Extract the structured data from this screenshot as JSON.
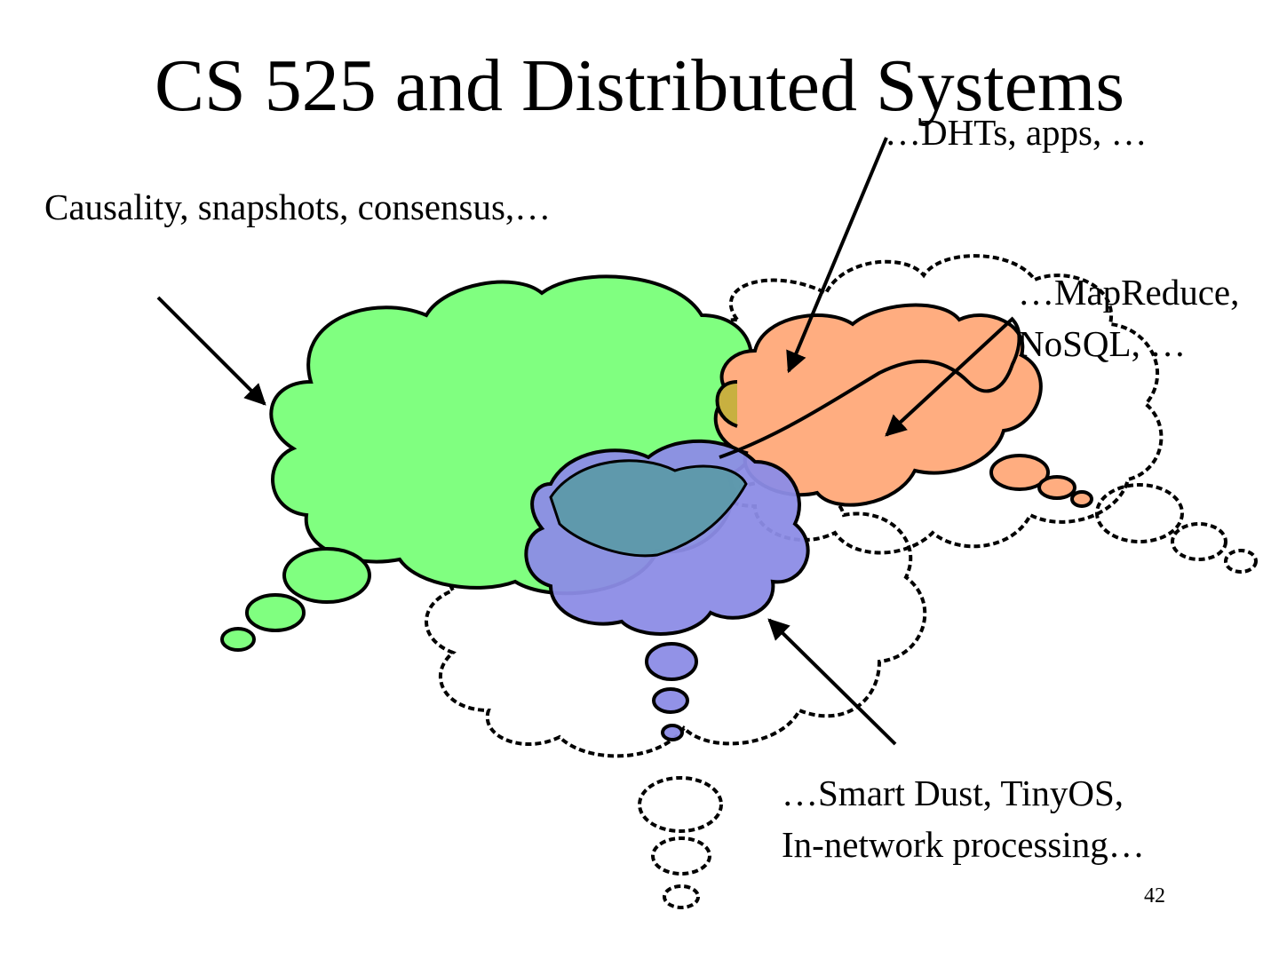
{
  "slide": {
    "title": "CS 525 and Distributed Systems",
    "labels": {
      "causality": "Causality, snapshots, consensus,…",
      "dht": "…DHTs, apps, …",
      "mapreduce_line1": "…MapReduce,",
      "mapreduce_line2": "NoSQL, …",
      "dust_line1": "…Smart Dust, TinyOS,",
      "dust_line2": "In-network processing…"
    },
    "page_number": "42"
  },
  "colors": {
    "green_cloud": "#80ff80",
    "orange_cloud": "#ffad80",
    "blue_cloud": "#8c8ce6",
    "teal_overlap": "#5a9aa6",
    "outline": "#000000"
  },
  "icons": [
    "green-thought-cloud",
    "orange-thought-cloud",
    "blue-thought-cloud",
    "dashed-thought-cloud",
    "arrow"
  ]
}
